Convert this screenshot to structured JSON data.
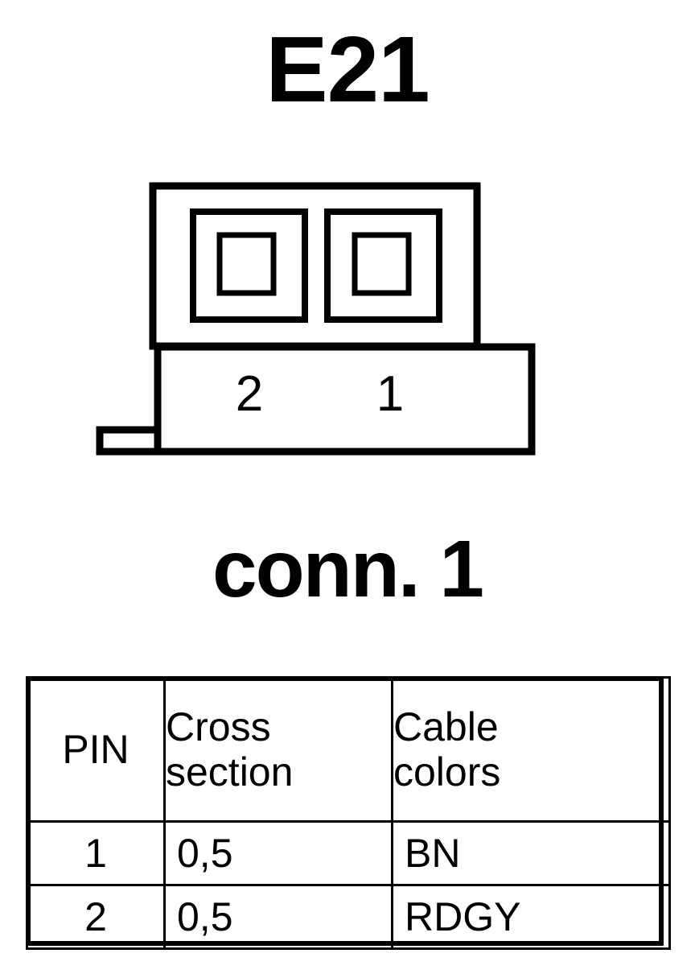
{
  "title": "E21",
  "connector": {
    "label": "conn. 1",
    "pin_labels": [
      "2",
      "1"
    ],
    "cavity_count": 2,
    "line_color": "#000000",
    "fill_color": "#ffffff"
  },
  "table": {
    "headers": {
      "pin": "PIN",
      "cross_line1": "Cross",
      "cross_line2": "section",
      "cable_line1": "Cable",
      "cable_line2": "colors"
    },
    "rows": [
      {
        "pin": "1",
        "cross_section": "0,5",
        "cable_colors": "BN"
      },
      {
        "pin": "2",
        "cross_section": "0,5",
        "cable_colors": "RDGY"
      }
    ]
  }
}
